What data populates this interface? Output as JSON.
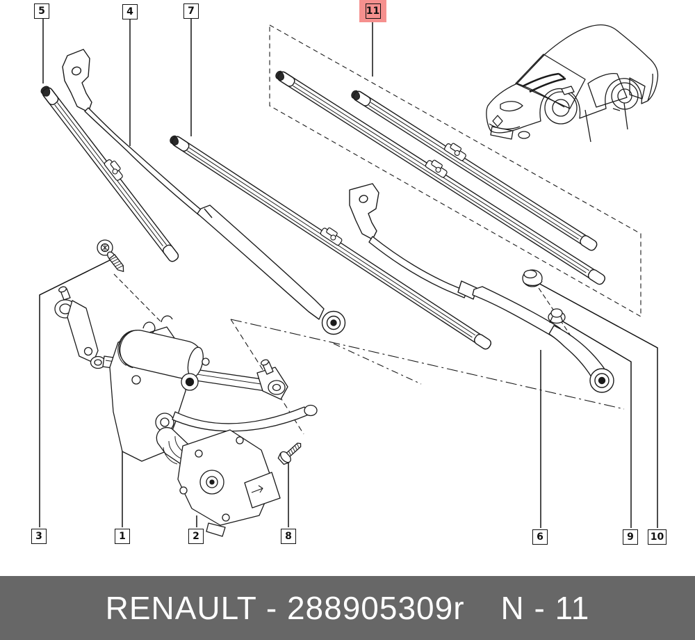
{
  "banner": {
    "left_text": "RENAULT - 288905309r",
    "right_text": "N - 11",
    "background_color": "#676767",
    "text_color": "#ffffff"
  },
  "callouts": {
    "c5": {
      "label": "5"
    },
    "c4": {
      "label": "4"
    },
    "c7": {
      "label": "7"
    },
    "c11": {
      "label": "11",
      "highlighted": true,
      "highlight_color": "#f5908e"
    },
    "c3": {
      "label": "3"
    },
    "c1": {
      "label": "1"
    },
    "c2": {
      "label": "2"
    },
    "c8": {
      "label": "8"
    },
    "c6": {
      "label": "6"
    },
    "c9": {
      "label": "9"
    },
    "c10": {
      "label": "10"
    }
  },
  "drawing": {
    "line_color": "#1a1a1a",
    "background_color": "#ffffff"
  }
}
